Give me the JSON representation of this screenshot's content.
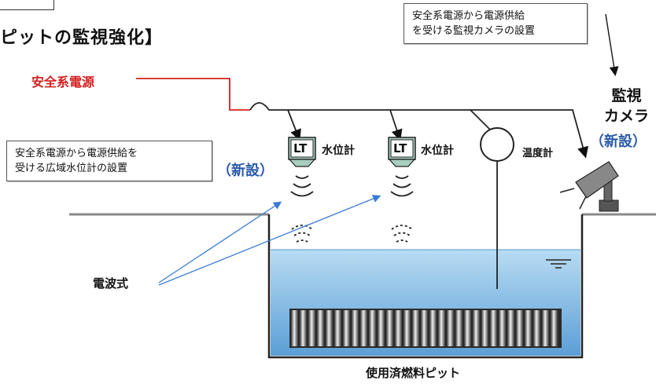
{
  "title": "ピットの監視強化】",
  "callouts": {
    "camera_power": "安全系電源から電源供給\nを受ける監視カメラの設置",
    "level_power": "安全系電源から電源供給を\n受ける広域水位計の設置"
  },
  "power_label": "安全系電源",
  "sensors": {
    "lt1_tag": "LT",
    "lt1_label": "水位計",
    "lt2_tag": "LT",
    "lt2_label": "水位計",
    "temp_label": "温度計"
  },
  "new_install_lt": "（新設）",
  "camera": {
    "line1": "監視",
    "line2": "カメラ",
    "new_install": "（新設）"
  },
  "radio_label": "電波式",
  "pool_label": "使用済燃料ピット",
  "colors": {
    "power_line": "#d42020",
    "new_install": "#2a5aa8",
    "pointer_line": "#3b7bd4",
    "water_top": "#a9d3f0",
    "water_bottom": "#5a9fd6",
    "sensor_fill": "#a8cdbf"
  }
}
